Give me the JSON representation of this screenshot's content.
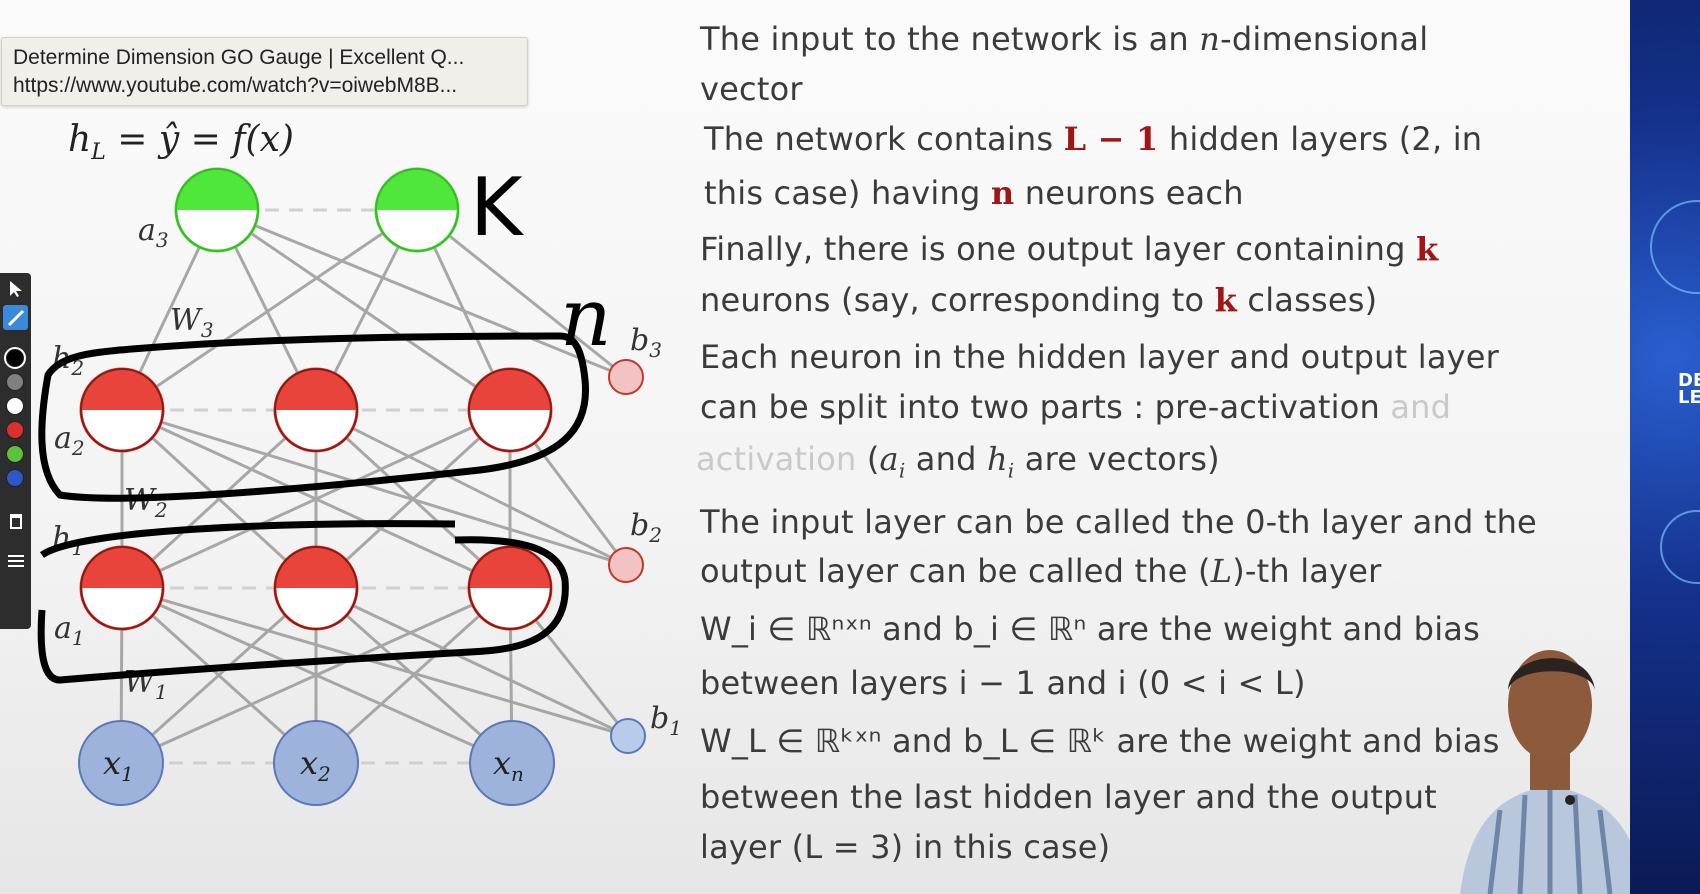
{
  "tooltip": {
    "title": "Determine Dimension GO Gauge | Excellent Q...",
    "url": "https://www.youtube.com/watch?v=oiwebM8B..."
  },
  "toolbar": {
    "tools": [
      "cursor-icon",
      "pen-icon",
      "trash-icon",
      "menu-icon"
    ],
    "colors": [
      "#000000",
      "#808080",
      "#ffffff",
      "#d93030",
      "#5cc23a",
      "#2e57c8"
    ],
    "selected_color": "#000000"
  },
  "diagram": {
    "output_eq": "h",
    "output_eq_sub": "L",
    "output_eq_rest": " = ŷ = f(x)",
    "labels": {
      "a3": "a",
      "a3_sub": "3",
      "a2": "a",
      "a2_sub": "2",
      "a1": "a",
      "a1_sub": "1",
      "h2": "h",
      "h2_sub": "2",
      "h1": "h",
      "h1_sub": "1",
      "W3": "W",
      "W3_sub": "3",
      "W2": "W",
      "W2_sub": "2",
      "W1": "W",
      "W1_sub": "1",
      "b3": "b",
      "b3_sub": "3",
      "b2": "b",
      "b2_sub": "2",
      "b1": "b",
      "b1_sub": "1"
    },
    "inputs": [
      {
        "sym": "x",
        "sub": "1"
      },
      {
        "sym": "x",
        "sub": "2"
      },
      {
        "sym": "x",
        "sub": "n"
      }
    ],
    "handwritten": {
      "k": "K",
      "n": "n"
    },
    "colors": {
      "output_neuron": "#4fe83a",
      "hidden_neuron": "#e8443c",
      "input_neuron": "#9db3dc",
      "bias_hidden": "#f3c2c2",
      "bias_input": "#b9cbeb"
    }
  },
  "bullets": {
    "b1": {
      "l1": "The input to the network is an ",
      "l1_math": "n",
      "l1_end": "-dimensional",
      "l2": "vector"
    },
    "b2": {
      "l1a": "The network contains ",
      "l1_red": "L − 1",
      "l1b": " hidden layers (2, in",
      "l2a": "this case) having ",
      "l2_red": "n",
      "l2b": " neurons each"
    },
    "b3": {
      "l1a": "Finally, there is one output layer containing ",
      "l1_red": "k",
      "l2a": "neurons (say, corresponding to ",
      "l2_red": "k",
      "l2b": " classes)"
    },
    "b4": {
      "l1": "Each neuron in the hidden layer and output layer",
      "l2a": "can be split into two parts : pre-activation ",
      "l2_faint": "and",
      "l3_faint": "activation",
      "l3a": "  (",
      "l3_m1": "a",
      "l3_s1": "i",
      "l3b": " and ",
      "l3_m2": "h",
      "l3_s2": "i",
      "l3c": " are vectors)"
    },
    "b5": {
      "l1": "The input layer can be called the 0-th layer and the",
      "l2a": "output layer can be called the (",
      "l2_math": "L",
      "l2b": ")-th layer"
    },
    "b6": {
      "l1": "W_i ∈ ℝⁿˣⁿ and b_i ∈ ℝⁿ are the weight and bias",
      "l2": "between layers i − 1 and i (0 < i < L)"
    },
    "b7": {
      "l1": "W_L ∈ ℝᵏˣⁿ and b_L ∈ ℝᵏ are the weight and bias",
      "l2": "between the last hidden layer and the output",
      "l3": "layer   (L = 3) in this case)"
    }
  },
  "side_band": {
    "text1": "DE",
    "text2": "LEAR"
  }
}
